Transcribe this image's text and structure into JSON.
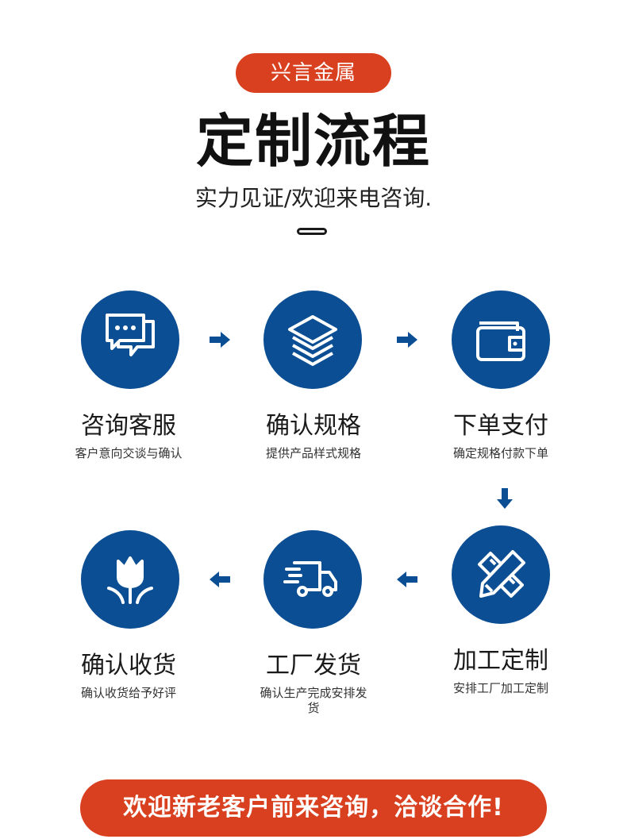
{
  "header": {
    "brand": "兴言金属",
    "title": "定制流程",
    "subtitle": "实力见证/欢迎来电咨询."
  },
  "colors": {
    "accent": "#d9401f",
    "icon_bg": "#0b4e93"
  },
  "steps": [
    {
      "title": "咨询客服",
      "desc": "客户意向交谈与确认",
      "icon": "chat-bubbles-icon"
    },
    {
      "title": "确认规格",
      "desc": "提供产品样式规格",
      "icon": "layers-icon"
    },
    {
      "title": "下单支付",
      "desc": "确定规格付款下单",
      "icon": "wallet-icon"
    },
    {
      "title": "加工定制",
      "desc": "安排工厂加工定制",
      "icon": "pencil-ruler-icon"
    },
    {
      "title": "工厂发货",
      "desc": "确认生产完成安排发货",
      "icon": "delivery-truck-icon"
    },
    {
      "title": "确认收货",
      "desc": "确认收货给予好评",
      "icon": "tulip-icon"
    }
  ],
  "footer": {
    "cta": "欢迎新老客户前来咨询，洽谈合作!"
  }
}
